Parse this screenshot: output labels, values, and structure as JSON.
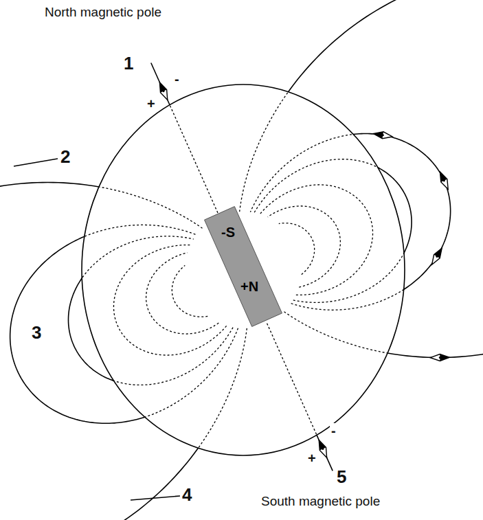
{
  "diagram": {
    "nodes": [
      {
        "text": [
          "-S",
          "+N"
        ]
      }
    ],
    "labels": [
      "North magnetic pole",
      "1",
      "+",
      "-",
      "2",
      "3",
      "4",
      "5",
      "+",
      "-",
      "South magnetic pole"
    ]
  }
}
